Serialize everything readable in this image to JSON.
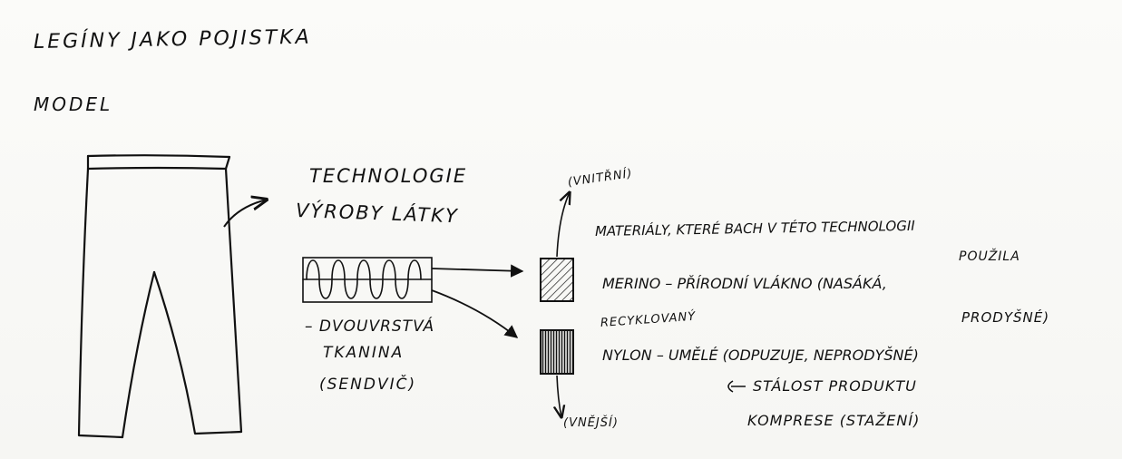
{
  "title": "LEGÍNY JAKO POJISTKA",
  "model_label": "MODEL",
  "technology_heading": {
    "line1": "TECHNOLOGIE",
    "line2": "VÝROBY LÁTKY"
  },
  "fabric_caption": {
    "line1": "– DVOUVRSTVÁ",
    "line2": "TKANINA",
    "line3": "(SENDVIČ)"
  },
  "layer_labels": {
    "inner": "(VNITŘNÍ)",
    "outer": "(VNĚJŠÍ)"
  },
  "materials": {
    "heading_line1": "MATERIÁLY, KTERÉ BACH V TÉTO TECHNOLOGII",
    "heading_line2": "POUŽILA",
    "merino_line1": "MERINO – PŘÍRODNÍ VLÁKNO (NASÁKÁ,",
    "merino_line2": "PRODYŠNÉ)",
    "recycled": "RECYKLOVANÝ",
    "nylon_line": "NYLON – UMĚLÉ (ODPUZUJE, NEPRODYŠNÉ)",
    "nylon_note_line1": "STÁLOST PRODUKTU",
    "nylon_note_line2": "KOMPRESE (STAŽENÍ)"
  },
  "colors": {
    "ink": "#111111",
    "paper": "#f8f8f6"
  }
}
